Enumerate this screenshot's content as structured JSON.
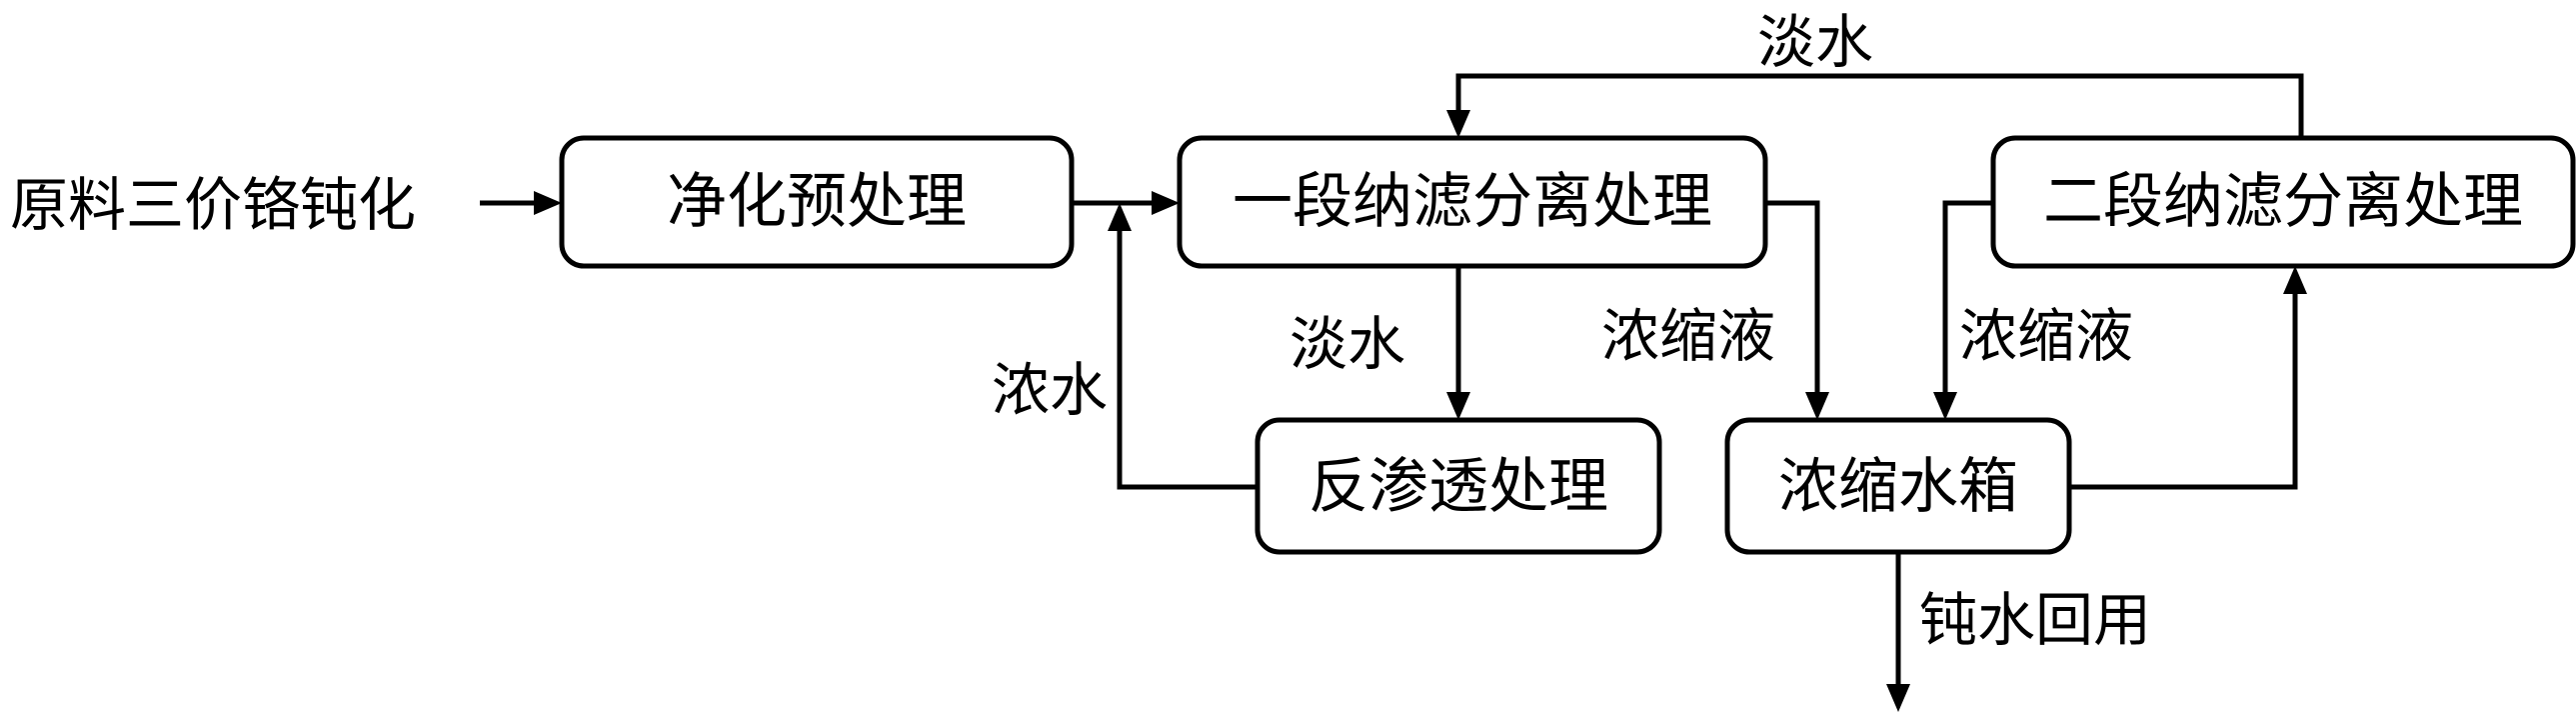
{
  "input_label": "原料三价铬钝化",
  "boxes": {
    "pretreatment": "净化预处理",
    "stage1_nf": "一段纳滤分离处理",
    "stage2_nf": "二段纳滤分离处理",
    "reverse_osmosis": "反渗透处理",
    "concentrate_tank": "浓缩水箱"
  },
  "edge_labels": {
    "fresh_water_top": "淡水",
    "fresh_water_mid": "淡水",
    "concentrated_water": "浓水",
    "concentrate_stage1": "浓缩液",
    "concentrate_stage2": "浓缩液",
    "pure_water_reuse": "钝水回用"
  }
}
